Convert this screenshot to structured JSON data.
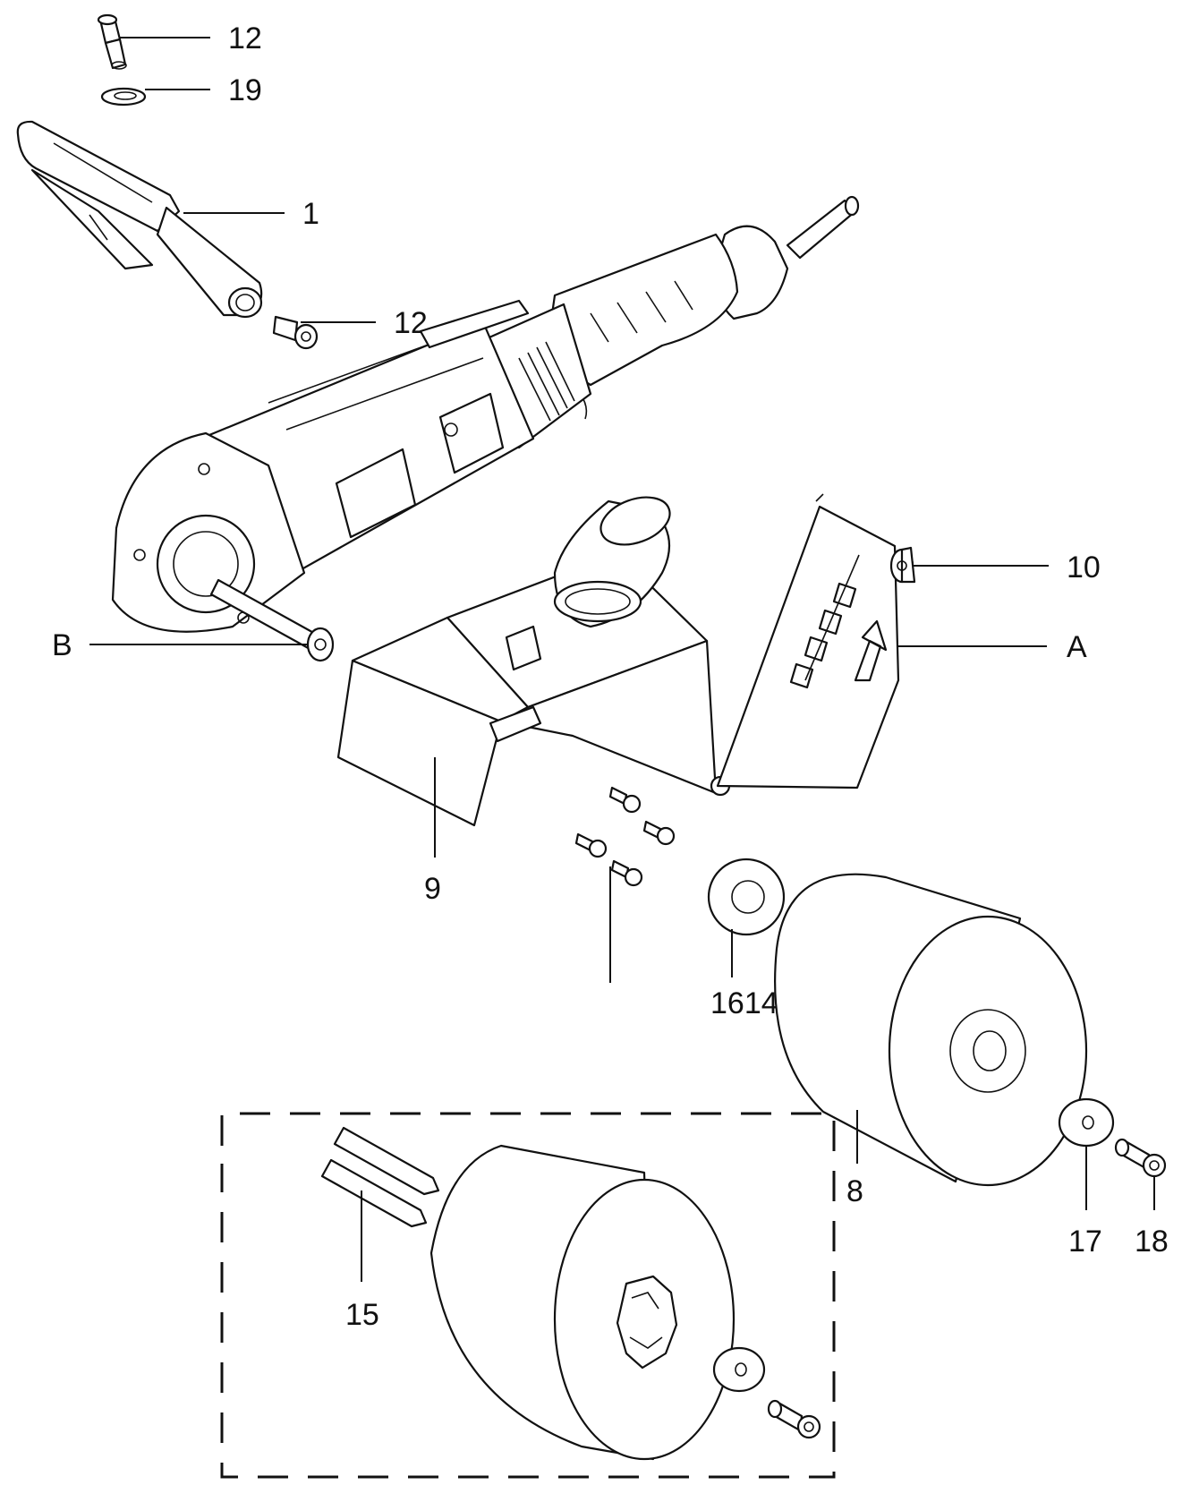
{
  "labels": {
    "l12a": "12",
    "l19": "19",
    "l1": "1",
    "l12b": "12",
    "l10": "10",
    "lB": "B",
    "lA": "A",
    "l9": "9",
    "l1614": "1614",
    "l8": "8",
    "l17": "17",
    "l18": "18",
    "l15": "15"
  },
  "colors": {
    "ink": "#111111",
    "paper": "#ffffff"
  }
}
